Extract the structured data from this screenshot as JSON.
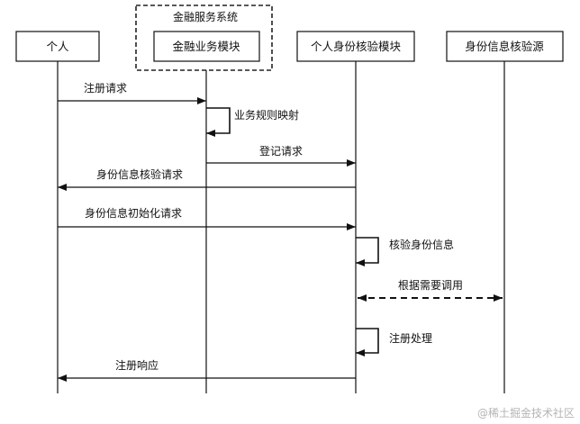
{
  "group": {
    "label": "金融服务系统"
  },
  "participants": [
    {
      "label": "个人"
    },
    {
      "label": "金融业务模块"
    },
    {
      "label": "个人身份核验模块"
    },
    {
      "label": "身份信息核验源"
    }
  ],
  "messages": [
    {
      "label": "注册请求"
    },
    {
      "label": "业务规则映射"
    },
    {
      "label": "登记请求"
    },
    {
      "label": "身份信息核验请求"
    },
    {
      "label": "身份信息初始化请求"
    },
    {
      "label": "核验身份信息"
    },
    {
      "label": "根据需要调用"
    },
    {
      "label": "注册处理"
    },
    {
      "label": "注册响应"
    }
  ],
  "watermark": {
    "text": "@稀土掘金技术社区"
  }
}
